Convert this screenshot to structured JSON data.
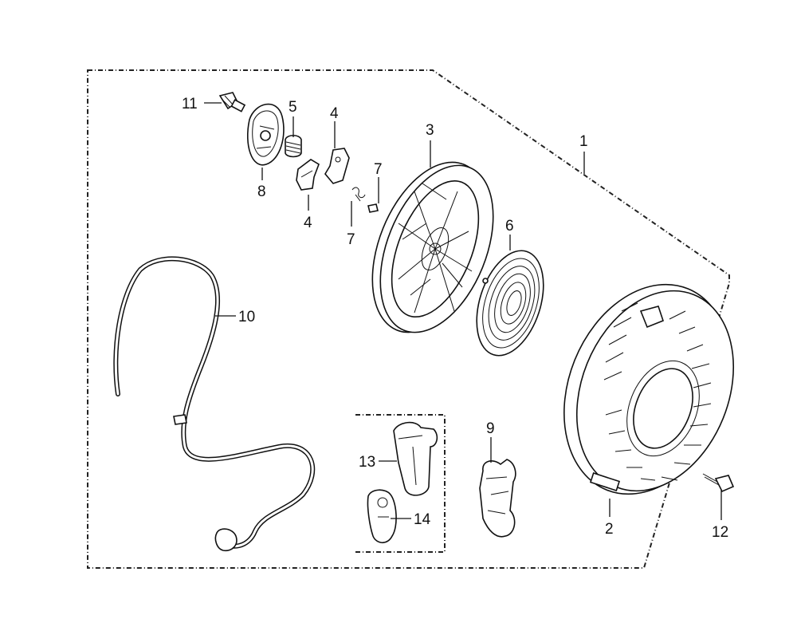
{
  "callouts": {
    "c1": "1",
    "c2": "2",
    "c3": "3",
    "c4a": "4",
    "c4b": "4",
    "c5": "5",
    "c6": "6",
    "c7a": "7",
    "c7b": "7",
    "c8": "8",
    "c9": "9",
    "c10": "10",
    "c11": "11",
    "c12": "12",
    "c13": "13",
    "c14": "14"
  }
}
